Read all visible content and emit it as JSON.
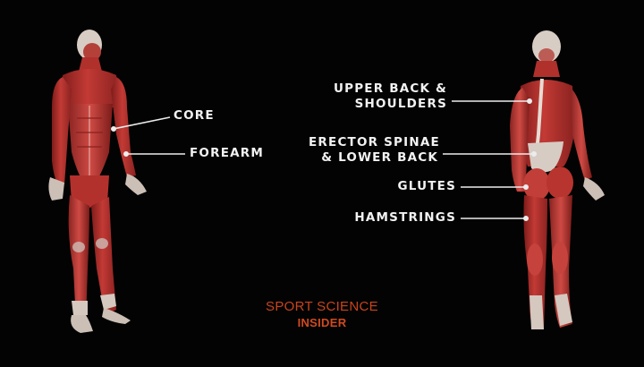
{
  "diagram": {
    "background": "#030303",
    "muscle_color": "#b8322e",
    "tendon_color": "#d9cfc8",
    "front_figure": {
      "view": "anterior",
      "labels": [
        {
          "id": "core",
          "text": "CORE"
        },
        {
          "id": "forearm",
          "text": "FOREARM"
        }
      ]
    },
    "back_figure": {
      "view": "posterior",
      "labels": [
        {
          "id": "upper-back",
          "line1": "UPPER BACK &",
          "line2": "SHOULDERS"
        },
        {
          "id": "erector",
          "line1": "ERECTOR SPINAE",
          "line2": "& LOWER BACK"
        },
        {
          "id": "glutes",
          "text": "GLUTES"
        },
        {
          "id": "hamstrings",
          "text": "HAMSTRINGS"
        }
      ]
    }
  },
  "brand": {
    "line1": "SPORT SCIENCE",
    "line2": "INSIDER",
    "color": "#c8441c"
  }
}
